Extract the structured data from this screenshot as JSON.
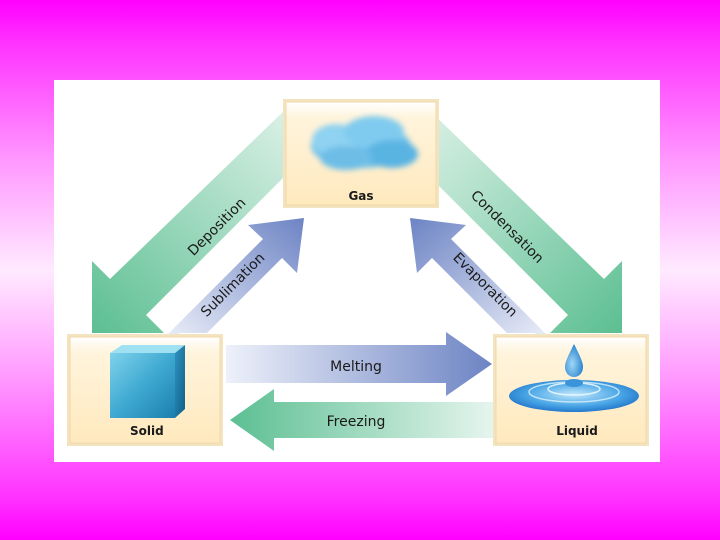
{
  "states": {
    "gas": "Gas",
    "solid": "Solid",
    "liquid": "Liquid"
  },
  "transitions": {
    "deposition": "Deposition",
    "sublimation": "Sublimation",
    "condensation": "Condensation",
    "evaporation": "Evaporation",
    "melting": "Melting",
    "freezing": "Freezing"
  },
  "colors": {
    "background_top": "#ff00ff",
    "background_mid": "#ffeaff",
    "green_arrow": "#5cbf92",
    "blue_arrow": "#6d84c4",
    "card_fill": "#fff1cf",
    "card_border": "#f0d9a8"
  }
}
